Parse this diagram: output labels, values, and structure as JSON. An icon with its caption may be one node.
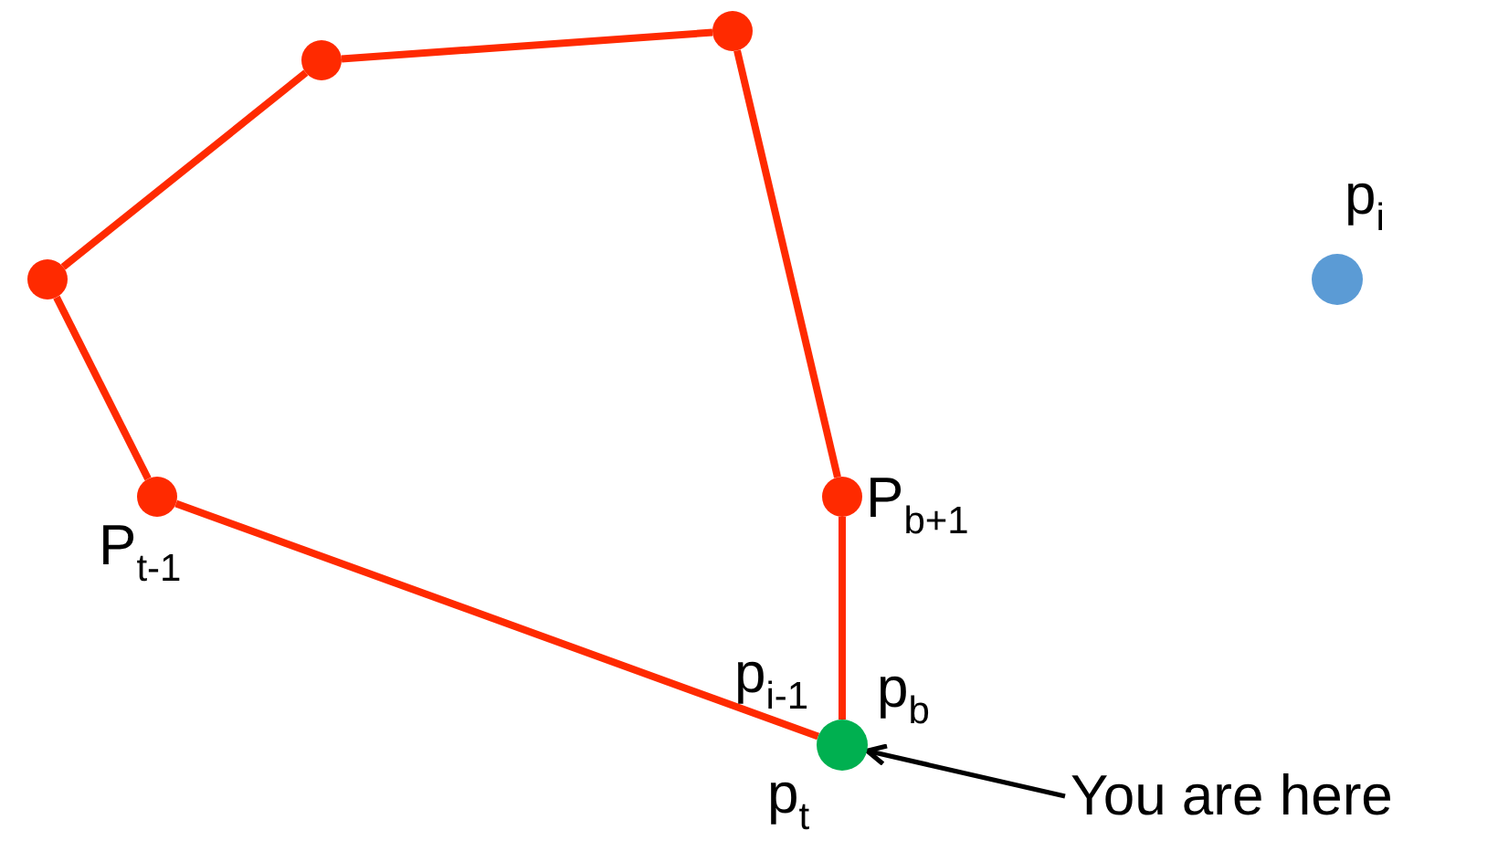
{
  "diagram": {
    "nodes": [
      {
        "text": [],
        "shape": "circle"
      },
      {
        "text": [],
        "shape": "circle"
      },
      {
        "text": [],
        "shape": "circle"
      },
      {
        "text": [],
        "shape": "circle",
        "beside": [
          "p$_{i}$"
        ]
      },
      {
        "text": [],
        "shape": "circle",
        "beside": [
          "P$_{b+1}$"
        ]
      },
      {
        "text": [],
        "shape": "circle",
        "beside": [
          "P$_{t-1}$"
        ]
      },
      {
        "text": [],
        "shape": "circle",
        "beside": [
          "p$_{i-1}$",
          "p$_{b}$",
          "p$_{t}$"
        ]
      },
      {
        "text": [
          "You are here"
        ]
      }
    ],
    "edges": [
      {
        "from": 0,
        "to": 1,
        "arrow": "none"
      },
      {
        "from": 1,
        "to": 2,
        "arrow": "none"
      },
      {
        "from": 2,
        "to": 5,
        "arrow": "none"
      },
      {
        "from": 5,
        "to": 6,
        "arrow": "none"
      },
      {
        "from": 6,
        "to": 4,
        "arrow": "none"
      },
      {
        "from": 4,
        "to": 0,
        "arrow": "none"
      },
      {
        "from": 7,
        "to": 6,
        "arrow": "to",
        "color": "#000000"
      }
    ]
  }
}
